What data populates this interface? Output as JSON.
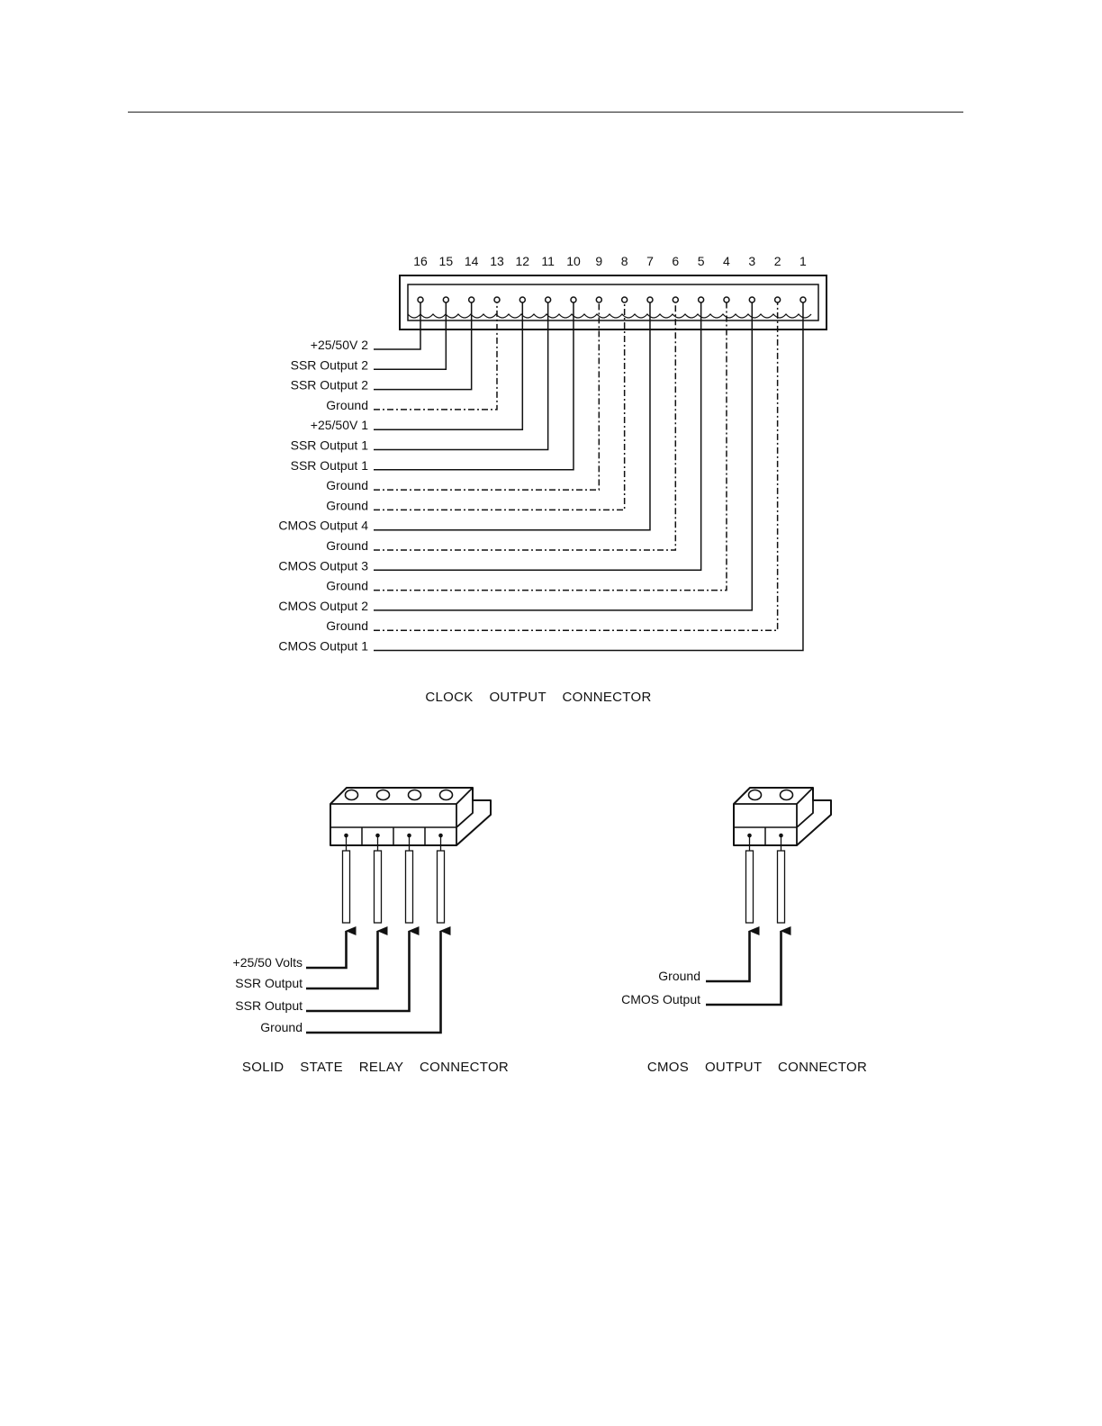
{
  "clock_connector": {
    "caption": "CLOCK    OUTPUT    CONNECTOR",
    "pins": [
      "16",
      "15",
      "14",
      "13",
      "12",
      "11",
      "10",
      "9",
      "8",
      "7",
      "6",
      "5",
      "4",
      "3",
      "2",
      "1"
    ],
    "wires": [
      {
        "pin": "16",
        "label": "+25/50V 2",
        "style": "solid"
      },
      {
        "pin": "15",
        "label": "SSR Output 2",
        "style": "solid"
      },
      {
        "pin": "14",
        "label": "SSR Output 2",
        "style": "solid"
      },
      {
        "pin": "13",
        "label": "Ground",
        "style": "dashdot"
      },
      {
        "pin": "12",
        "label": "+25/50V 1",
        "style": "solid"
      },
      {
        "pin": "11",
        "label": "SSR Output 1",
        "style": "solid"
      },
      {
        "pin": "10",
        "label": "SSR Output 1",
        "style": "solid"
      },
      {
        "pin": "9",
        "label": "Ground",
        "style": "dashdot"
      },
      {
        "pin": "8",
        "label": "Ground",
        "style": "dashdot"
      },
      {
        "pin": "7",
        "label": "CMOS Output 4",
        "style": "solid"
      },
      {
        "pin": "6",
        "label": "Ground",
        "style": "dashdot"
      },
      {
        "pin": "5",
        "label": "CMOS Output 3",
        "style": "solid"
      },
      {
        "pin": "4",
        "label": "Ground",
        "style": "dashdot"
      },
      {
        "pin": "3",
        "label": "CMOS Output 2",
        "style": "solid"
      },
      {
        "pin": "2",
        "label": "Ground",
        "style": "dashdot"
      },
      {
        "pin": "1",
        "label": "CMOS Output 1",
        "style": "solid"
      }
    ]
  },
  "ssr_connector": {
    "caption": "SOLID    STATE    RELAY    CONNECTOR",
    "labels": [
      "+25/50 Volts",
      "SSR Output",
      "SSR Output",
      "Ground"
    ]
  },
  "cmos_connector": {
    "caption": "CMOS    OUTPUT    CONNECTOR",
    "labels": [
      "Ground",
      "CMOS Output"
    ]
  },
  "colors": {
    "ink": "#111111",
    "background": "#ffffff"
  }
}
